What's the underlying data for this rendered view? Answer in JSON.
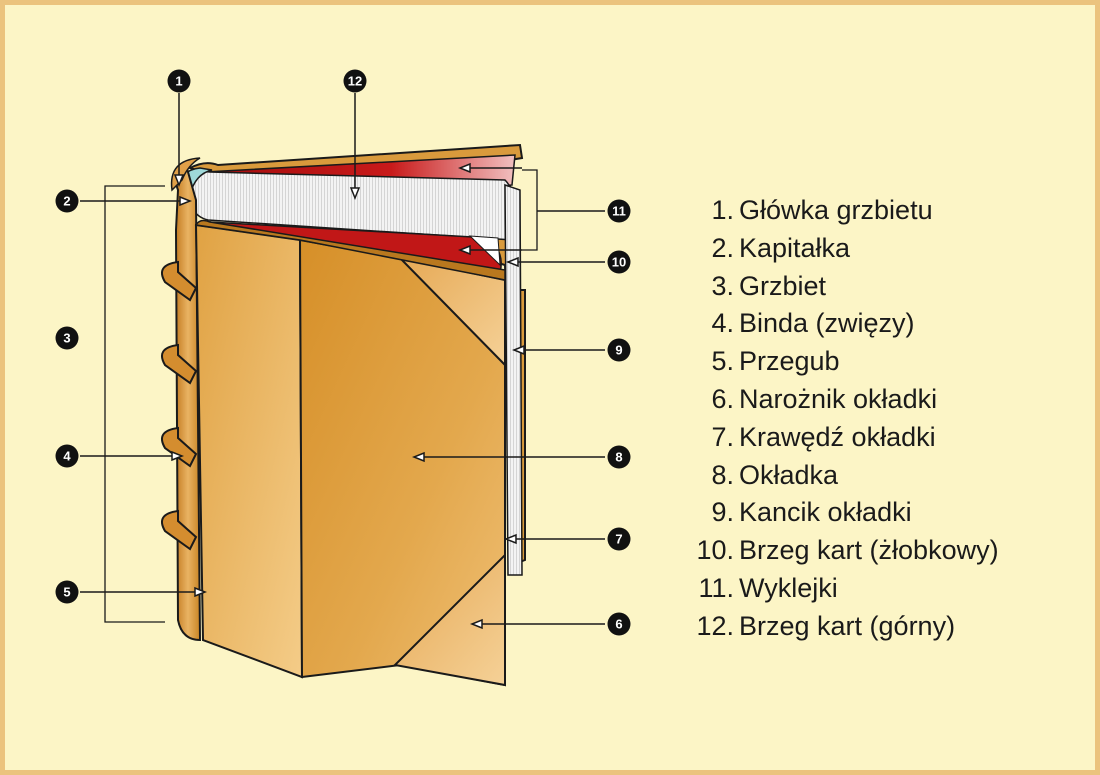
{
  "markers": [
    "1",
    "2",
    "3",
    "4",
    "5",
    "6",
    "7",
    "8",
    "9",
    "10",
    "11",
    "12"
  ],
  "legend": [
    {
      "num": "1.",
      "text": "Główka grzbietu"
    },
    {
      "num": "2.",
      "text": "Kapitałka"
    },
    {
      "num": "3.",
      "text": "Grzbiet"
    },
    {
      "num": "4.",
      "text": "Binda (zwięzy)"
    },
    {
      "num": "5.",
      "text": "Przegub"
    },
    {
      "num": "6.",
      "text": "Narożnik okładki"
    },
    {
      "num": "7.",
      "text": "Krawędź okładki"
    },
    {
      "num": "8.",
      "text": "Okładka"
    },
    {
      "num": "9.",
      "text": "Kancik okładki"
    },
    {
      "num": "10.",
      "text": "Brzeg kart (żłobkowy)"
    },
    {
      "num": "11.",
      "text": "Wyklejki"
    },
    {
      "num": "12.",
      "text": "Brzeg kart (górny)"
    }
  ],
  "colors": {
    "background": "#fcf5c6",
    "frame": "#ebc37e",
    "leather": "#d99a3c",
    "leather_light": "#f0c276",
    "endpaper": "#b81414",
    "pages": "#f2f2f2",
    "headband": "#9fd8d8",
    "outline": "#1a1a1a"
  }
}
